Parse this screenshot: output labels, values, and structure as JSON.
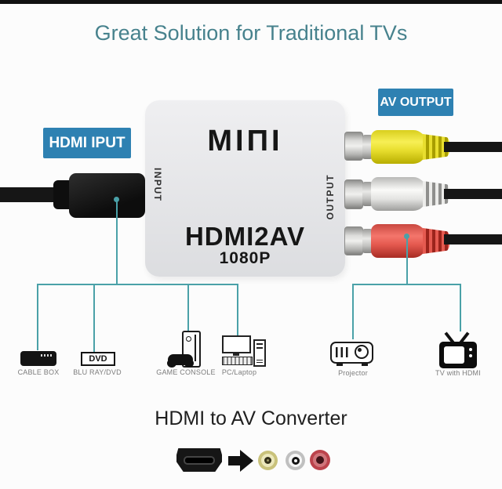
{
  "title": "Great Solution for Traditional TVs",
  "tags": {
    "input": "HDMI IPUT",
    "output": "AV OUTPUT"
  },
  "converter": {
    "brand": "MIΠI",
    "side_input": "INPUT",
    "side_output": "OUTPUT",
    "model": "HDMI2AV",
    "resolution": "1080P"
  },
  "devices": {
    "sources": [
      {
        "label": "CABLE BOX"
      },
      {
        "label": "BLU RAY/DVD",
        "icon_text": "DVD"
      },
      {
        "label": "GAME CONSOLE"
      },
      {
        "label": "PC/Laptop"
      }
    ],
    "outputs": [
      {
        "label": "Projector"
      },
      {
        "label": "TV with HDMI"
      }
    ]
  },
  "footer": {
    "caption": "HDMI to AV Converter"
  },
  "colors": {
    "accent_blue": "#2e81b2",
    "line_teal": "#4aa1a8",
    "title_teal": "#47828d",
    "rca_yellow": "#ecdf2a",
    "rca_white": "#ebebe9",
    "rca_red": "#e4544e"
  }
}
